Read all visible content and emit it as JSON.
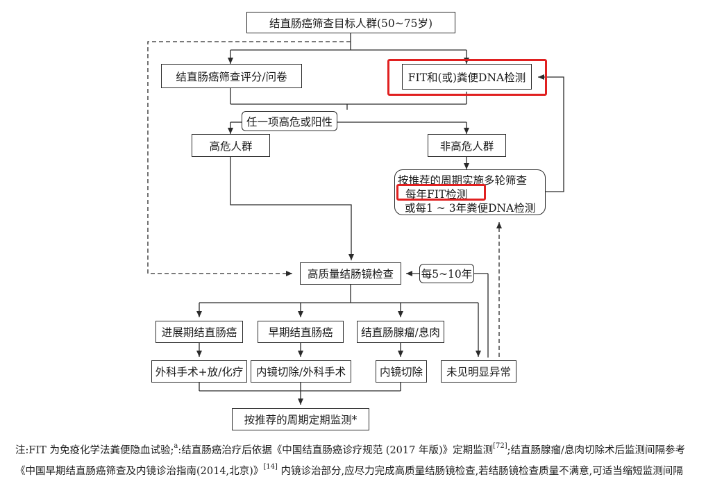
{
  "nodes": {
    "target": "结直肠癌筛查目标人群(50~75岁)",
    "score": "结直肠癌筛查评分/问卷",
    "fit": "FIT和(或)粪便DNA检测",
    "positive": "任一项高危或阳性",
    "high_risk": "高危人群",
    "non_high_risk": "非高危人群",
    "multi_round": [
      "按推荐的周期实施多轮筛查",
      "每年FIT检测",
      "或每1 ~ 3年粪便DNA检测"
    ],
    "colonoscopy": "高质量结肠镜检查",
    "interval": "每5~10年",
    "advanced": "进展期结直肠癌",
    "early": "早期结直肠癌",
    "adenoma": "结直肠腺瘤/息肉",
    "no_abnormal": "未见明显异常",
    "surgery": "外科手术+放/化疗",
    "endo_surgery": "内镜切除/外科手术",
    "endo": "内镜切除",
    "periodic": "按推荐的周期定期监测*"
  },
  "note": {
    "p1": "注:FIT 为免疫化学法粪便隐血试验;",
    "sup_a": "a",
    "p2": ":结直肠癌治疗后依据《中国结直肠癌诊疗规范 (2017 年版)》定期监测",
    "ref1": "[72]",
    "p3": ";结直肠腺瘤/息肉切除术后监测间隔参考《中国早期结直肠癌筛查及内镜诊治指南(2014,北京)》",
    "ref2": "[14]",
    "p4": " 内镜诊治部分,应尽力完成高质量结肠镜检查,若结肠镜检查质量不满意,可适当缩短监测间隔"
  },
  "colors": {
    "highlight": "#e02020",
    "line": "#2a2a2a"
  }
}
